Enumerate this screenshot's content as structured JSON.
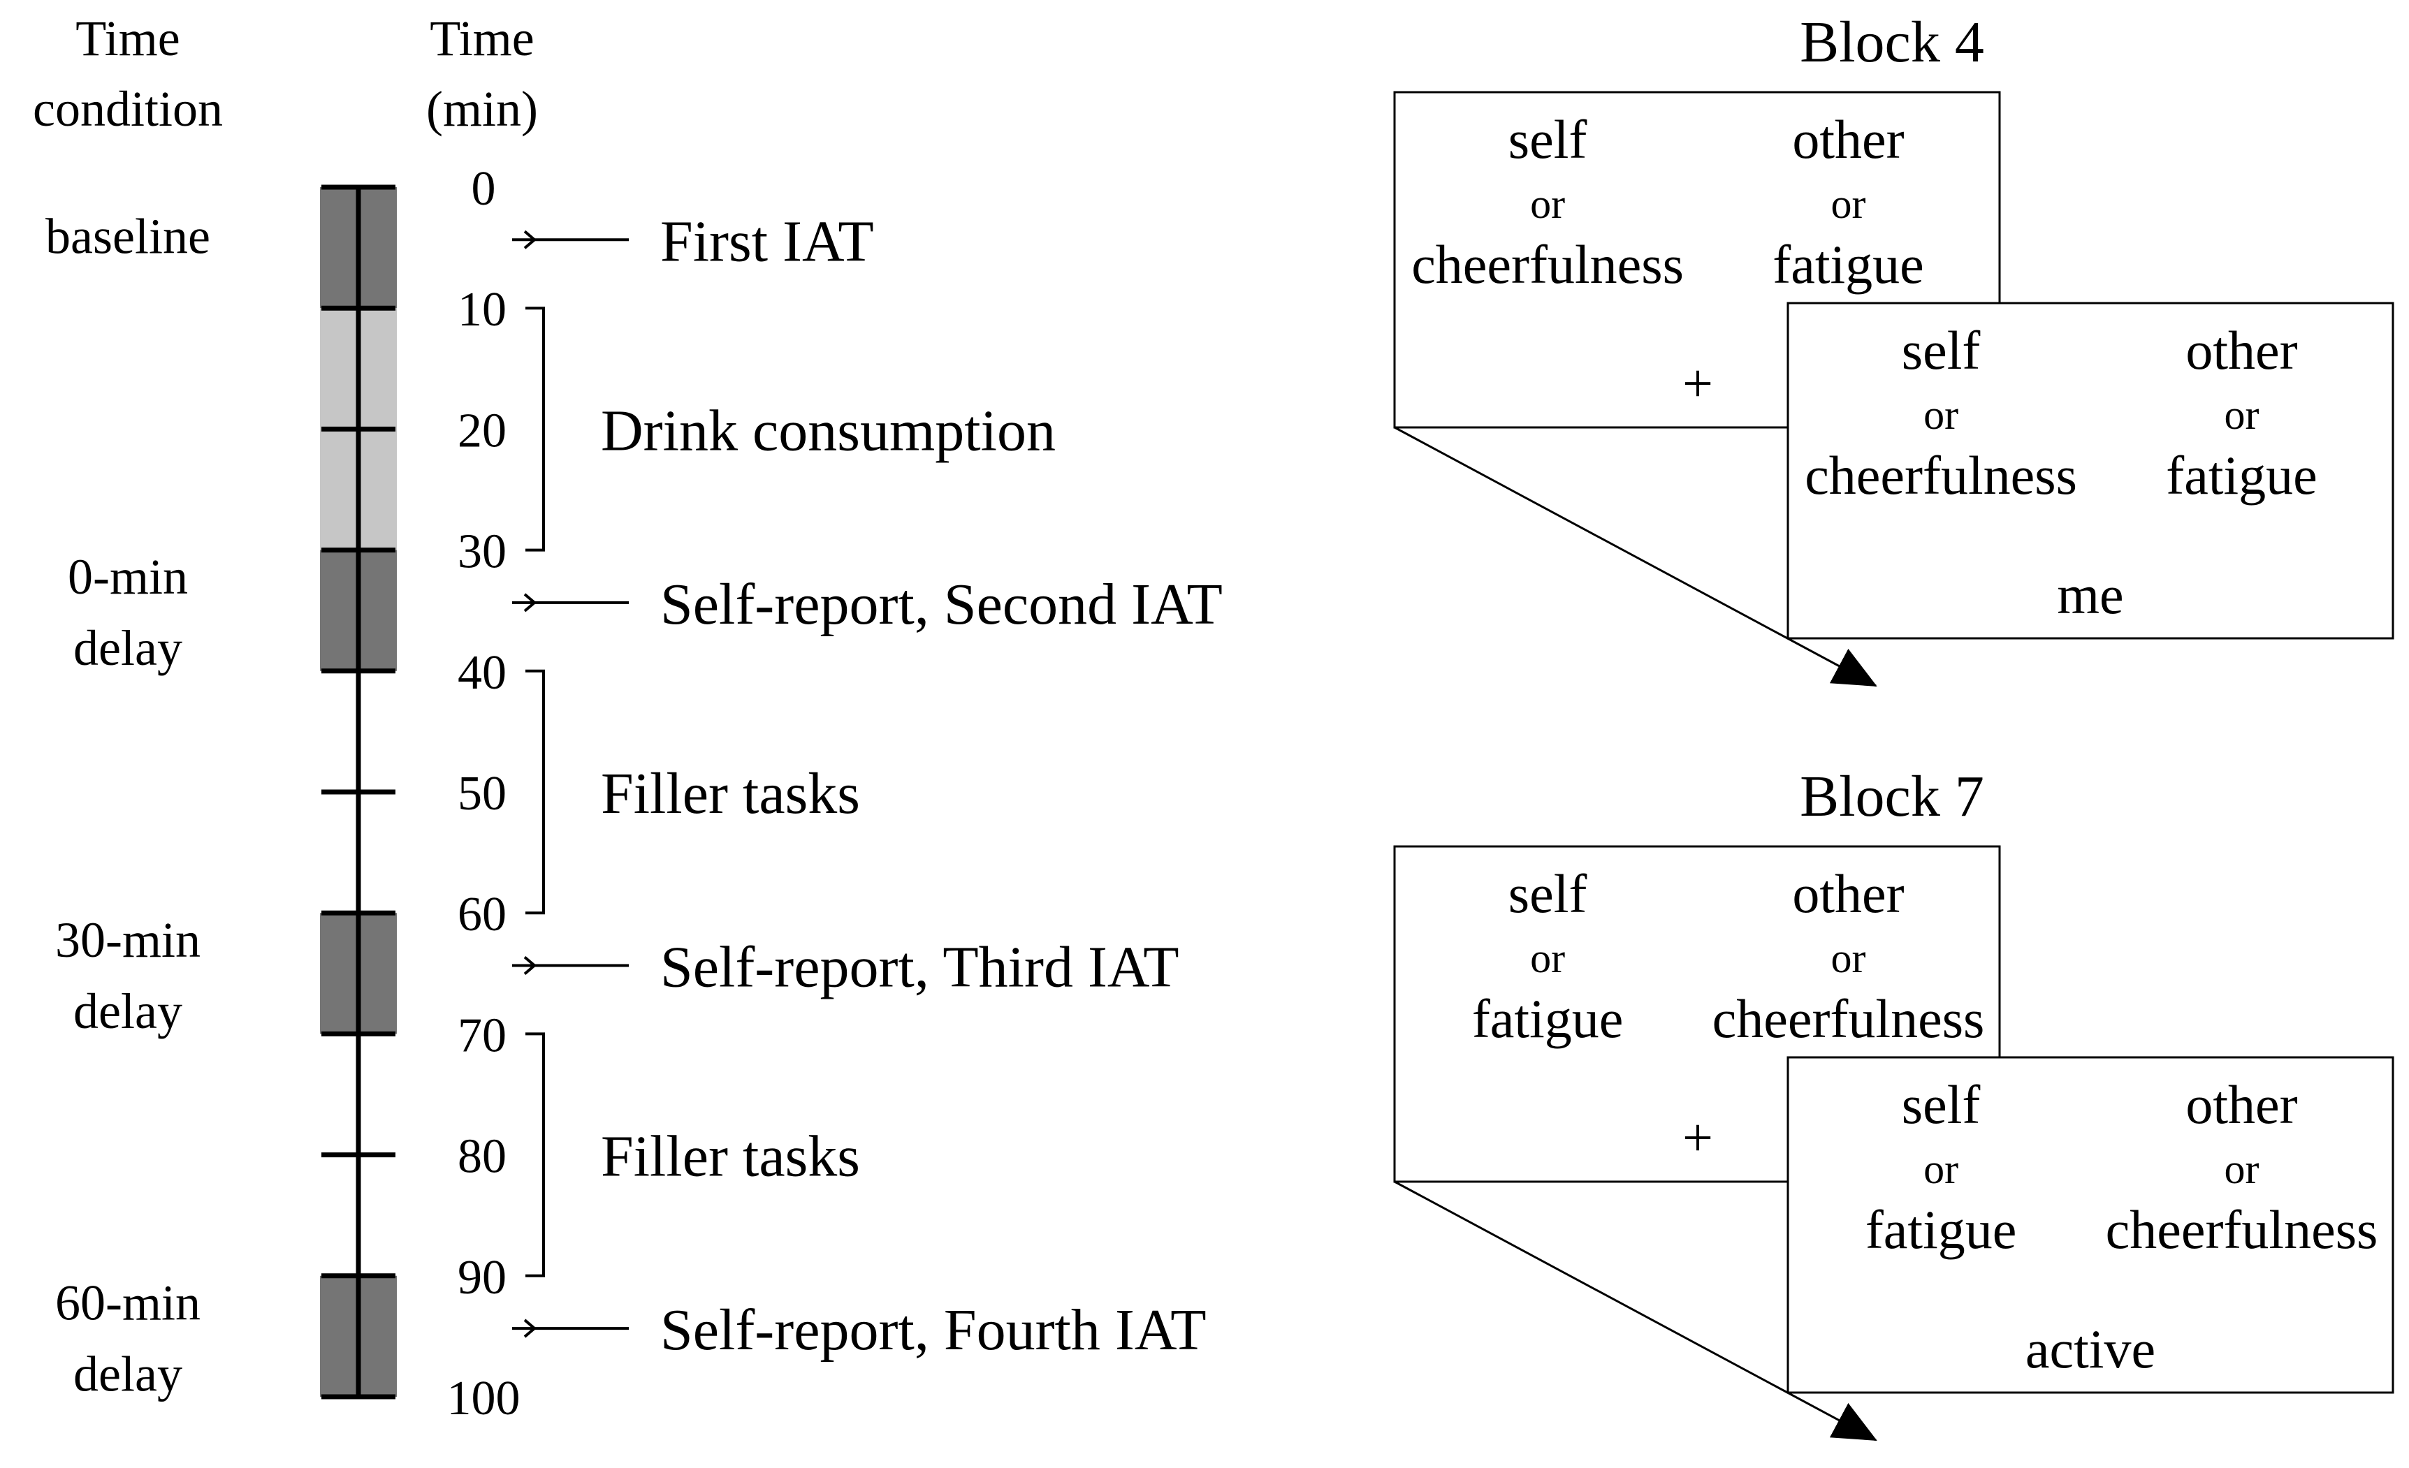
{
  "colors": {
    "dark_segment": "#757575",
    "light_segment": "#c6c6c6",
    "line": "#000000",
    "background": "#ffffff"
  },
  "headers": {
    "time_condition": [
      "Time",
      "condition"
    ],
    "time_min": [
      "Time",
      "(min)"
    ]
  },
  "timeline": {
    "ticks": [
      "0",
      "10",
      "20",
      "30",
      "40",
      "50",
      "60",
      "70",
      "80",
      "90",
      "100"
    ],
    "segments": [
      {
        "from": 0,
        "to": 10,
        "shade": "dark"
      },
      {
        "from": 10,
        "to": 30,
        "shade": "light"
      },
      {
        "from": 30,
        "to": 40,
        "shade": "dark"
      },
      {
        "from": 60,
        "to": 70,
        "shade": "dark"
      },
      {
        "from": 90,
        "to": 100,
        "shade": "dark"
      }
    ],
    "conditions": [
      {
        "lines": [
          "baseline"
        ],
        "at": 4
      },
      {
        "lines": [
          "0-min",
          "delay"
        ],
        "at": 35
      },
      {
        "lines": [
          "30-min",
          "delay"
        ],
        "at": 65
      },
      {
        "lines": [
          "60-min",
          "delay"
        ],
        "at": 95
      }
    ],
    "events": [
      {
        "label": "First IAT",
        "at": 4
      },
      {
        "label": "Self-report, Second IAT",
        "at": 34
      },
      {
        "label": "Self-report, Third IAT",
        "at": 64
      },
      {
        "label": "Self-report, Fourth IAT",
        "at": 94
      }
    ],
    "periods": [
      {
        "label": "Drink consumption",
        "from": 10,
        "to": 30
      },
      {
        "label": "Filler tasks",
        "from": 40,
        "to": 60
      },
      {
        "label": "Filler tasks",
        "from": 70,
        "to": 90
      }
    ]
  },
  "blocks": [
    {
      "title": "Block 4",
      "back_screen": {
        "left": [
          "self",
          "or",
          "cheerfulness"
        ],
        "right": [
          "other",
          "or",
          "fatigue"
        ],
        "stimulus": "+"
      },
      "front_screen": {
        "left": [
          "self",
          "or",
          "cheerfulness"
        ],
        "right": [
          "other",
          "or",
          "fatigue"
        ],
        "stimulus": "me"
      }
    },
    {
      "title": "Block 7",
      "back_screen": {
        "left": [
          "self",
          "or",
          "fatigue"
        ],
        "right": [
          "other",
          "or",
          "cheerfulness"
        ],
        "stimulus": "+"
      },
      "front_screen": {
        "left": [
          "self",
          "or",
          "fatigue"
        ],
        "right": [
          "other",
          "or",
          "cheerfulness"
        ],
        "stimulus": "active"
      }
    }
  ]
}
